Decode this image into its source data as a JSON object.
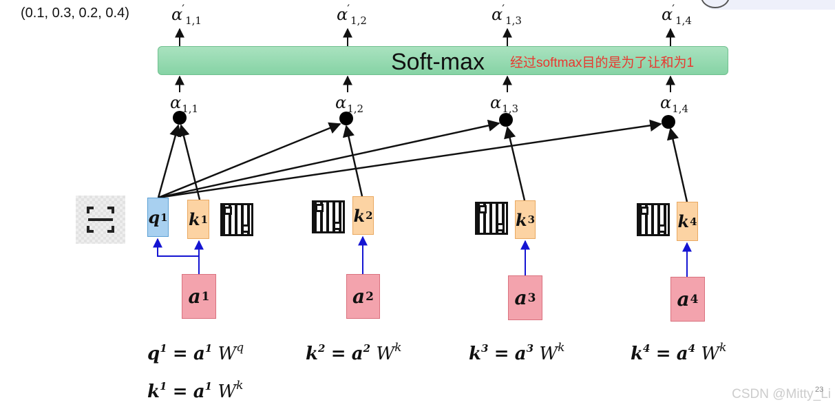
{
  "probability_tuple": "(0.1, 0.3, 0.2, 0.4)",
  "softmax": {
    "label": "Soft-max",
    "note": "经过softmax目的是为了让和为1"
  },
  "attention_scores": [
    {
      "symbol": "α",
      "index": "1,1"
    },
    {
      "symbol": "α",
      "index": "1,2"
    },
    {
      "symbol": "α",
      "index": "1,3"
    },
    {
      "symbol": "α",
      "index": "1,4"
    }
  ],
  "normalized_scores": [
    {
      "symbol": "α",
      "prime": "′",
      "index": "1,1"
    },
    {
      "symbol": "α",
      "prime": "′",
      "index": "1,2"
    },
    {
      "symbol": "α",
      "prime": "′",
      "index": "1,3"
    },
    {
      "symbol": "α",
      "prime": "′",
      "index": "1,4"
    }
  ],
  "query": {
    "symbol": "q",
    "index": "1"
  },
  "keys": [
    {
      "symbol": "k",
      "index": "1"
    },
    {
      "symbol": "k",
      "index": "2"
    },
    {
      "symbol": "k",
      "index": "3"
    },
    {
      "symbol": "k",
      "index": "4"
    }
  ],
  "inputs": [
    {
      "symbol": "a",
      "index": "1"
    },
    {
      "symbol": "a",
      "index": "2"
    },
    {
      "symbol": "a",
      "index": "3"
    },
    {
      "symbol": "a",
      "index": "4"
    }
  ],
  "formulas": [
    {
      "lhs": "q",
      "lhs_idx": "1",
      "eq": "=",
      "rhs": "a",
      "rhs_idx": "1",
      "w": "W",
      "w_idx": "q"
    },
    {
      "lhs": "k",
      "lhs_idx": "1",
      "eq": "=",
      "rhs": "a",
      "rhs_idx": "1",
      "w": "W",
      "w_idx": "k"
    },
    {
      "lhs": "k",
      "lhs_idx": "2",
      "eq": "=",
      "rhs": "a",
      "rhs_idx": "2",
      "w": "W",
      "w_idx": "k"
    },
    {
      "lhs": "k",
      "lhs_idx": "3",
      "eq": "=",
      "rhs": "a",
      "rhs_idx": "3",
      "w": "W",
      "w_idx": "k"
    },
    {
      "lhs": "k",
      "lhs_idx": "4",
      "eq": "=",
      "rhs": "a",
      "rhs_idx": "4",
      "w": "W",
      "w_idx": "k"
    }
  ],
  "watermark": "CSDN @Mitty_Li",
  "page_number": "23",
  "colors": {
    "query_fill": "#a8d0f0",
    "key_fill": "#fcd3a3",
    "input_fill": "#f3a3ad",
    "softmax_fill": "#9adcb3",
    "note_text": "#e8382f",
    "projection_arrow": "#1414d2",
    "score_arrow": "#111111"
  },
  "icons": {
    "scan": "scan-icon",
    "qr": "qr-code-icon"
  }
}
